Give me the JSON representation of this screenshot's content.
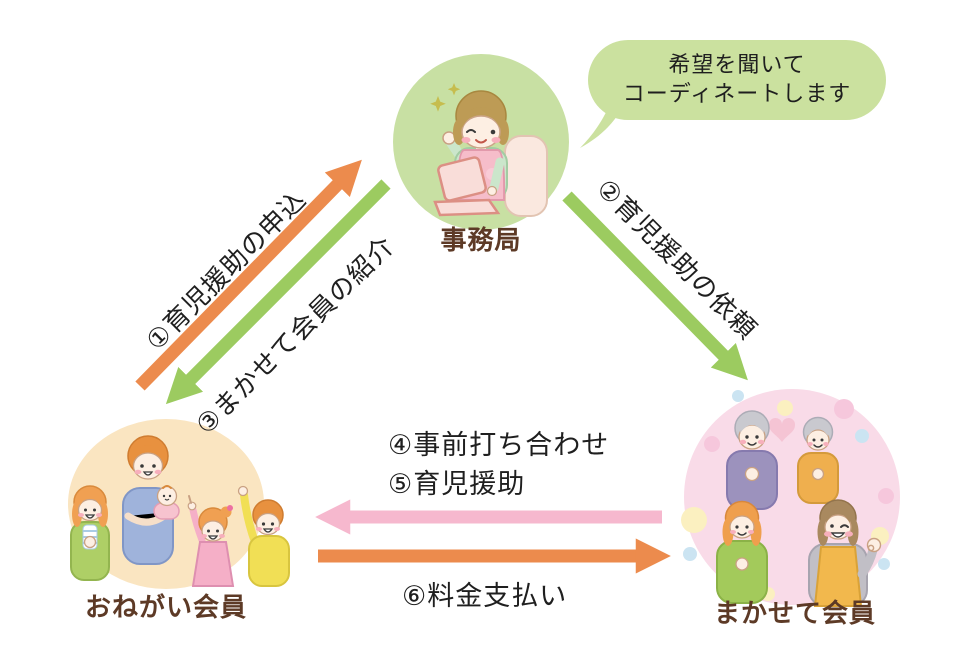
{
  "page": {
    "background": "#FFFFFF"
  },
  "nodes": {
    "office": {
      "label": "事務局",
      "circle_color": "#C8E0A3",
      "illustration": "woman-at-laptop"
    },
    "onegai": {
      "label": "おねがい会員",
      "circle_color": "#FAE5C1",
      "illustration": "family-with-children"
    },
    "makasete": {
      "label": "まかせて会員",
      "circle_color": "#F9DBE8",
      "illustration": "helper-members"
    }
  },
  "speech_bubble": {
    "line1": "希望を聞いて",
    "line2": "コーディネートします",
    "bg_color": "#CBE19F"
  },
  "arrows": {
    "apply": {
      "label": "①育児援助の申込",
      "color": "#EC8B4D",
      "from": "おねがい会員",
      "to": "事務局"
    },
    "request": {
      "label": "②育児援助の依頼",
      "color": "#9CCB60",
      "from": "事務局",
      "to": "まかせて会員"
    },
    "introduce": {
      "label": "③まかせて会員の紹介",
      "color": "#9CCB60",
      "from": "事務局",
      "to": "おねがい会員"
    },
    "support": {
      "line1": "④事前打ち合わせ",
      "line2": "⑤育児援助",
      "color": "#F6B8CE",
      "from": "まかせて会員",
      "to": "おねがい会員"
    },
    "payment": {
      "label": "⑥料金支払い",
      "color": "#EC8B4D",
      "from": "おねがい会員",
      "to": "まかせて会員"
    }
  },
  "colors": {
    "text": "#1F1F1F",
    "node_label": "#5D3A26",
    "orange_arrow": "#EC8B4D",
    "green_arrow": "#9CCB60",
    "pink_arrow": "#F6B8CE"
  }
}
